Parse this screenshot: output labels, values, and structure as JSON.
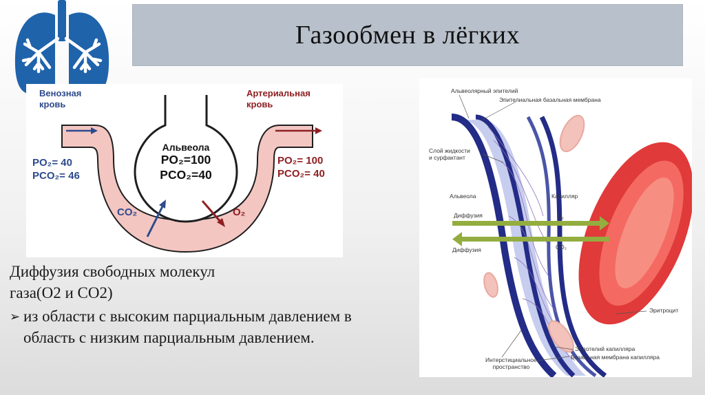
{
  "title": "Газообмен в лёгких",
  "left_diagram": {
    "venous_label": "Венозная кровь",
    "arterial_label": "Артериальная кровь",
    "alveola_name": "Альвеола",
    "alveola_po2": "PO₂=100",
    "alveola_pco2": "PCO₂=40",
    "venous_po2": "PO₂= 40",
    "venous_pco2": "PCO₂= 46",
    "arterial_po2": "PO₂= 100",
    "arterial_pco2": "PCO₂= 40",
    "co2_label": "CO₂",
    "o2_label": "O₂",
    "colors": {
      "blue": "#2d4a8c",
      "red": "#8e1f22",
      "vessel_fill": "#f3c6c2",
      "vessel_stroke": "#1e1e1e"
    }
  },
  "right_diagram": {
    "labels": {
      "alveolar_epithelium": "Альвеолярный эпителий",
      "epithelial_membrane": "Эпителиальная базальная мембрана",
      "fluid_layer_1": "Слой жидкости",
      "fluid_layer_2": "и сурфактант",
      "alveola": "Альвеола",
      "capillary": "Капилляр",
      "diffusion_1": "Диффузия",
      "diffusion_2": "Диффузия",
      "o2": "O₂",
      "co2": "CO₂",
      "erythrocyte": "Эритроцит",
      "capillary_endothelium": "Эндотелий капилляра",
      "capillary_membrane": "Базальная мембрана капилляра",
      "interstitial_1": "Интерстициальное",
      "interstitial_2": "пространство"
    },
    "colors": {
      "wall_blue": "#232c86",
      "wall_light": "#c7cdee",
      "cell_red": "#e03a3a",
      "arrow_green": "#93ad3f"
    }
  },
  "body": {
    "heading_line1": "Диффузия свободных молекул",
    "heading_line2": "газа(O2 и CO2)",
    "bullet_icon": "arrow-bullet-icon",
    "bullet_text": "из области с высоким парциальным давлением в область с низким парциальным давлением."
  }
}
